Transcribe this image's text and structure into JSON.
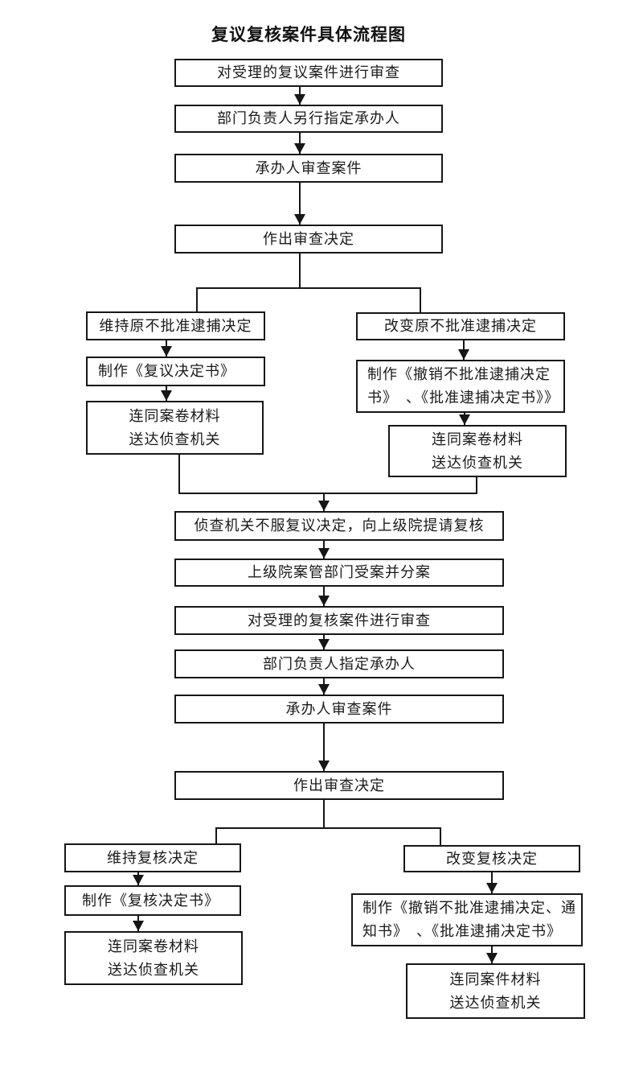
{
  "title": "复议复核案件具体流程图",
  "colors": {
    "line": "#161616",
    "box_border": "#161616",
    "background": "#ffffff",
    "text": "#1a1a1a"
  },
  "flowchart": {
    "main_top": {
      "step1": "对受理的复议案件进行审查",
      "step2": "部门负责人另行指定承办人",
      "step3": "承办人审查案件",
      "step4": "作出审查决定"
    },
    "branch1_left": {
      "step1": "维持原不批准逮捕决定",
      "step2": "制作《复议决定书》",
      "step3_lines": [
        "连同案卷材料",
        "送达侦查机关"
      ]
    },
    "branch1_right": {
      "step1": "改变原不批准逮捕决定",
      "step2_lines": [
        "制作《撤销不批准逮捕决定",
        "书》　、《批准逮捕决定书》》"
      ],
      "step3_lines": [
        "连同案卷材料",
        "送达侦查机关"
      ]
    },
    "main_middle": {
      "step1": "侦查机关不服复议决定，向上级院提请复核",
      "step2": "上级院案管部门受案并分案",
      "step3": "对受理的复核案件进行审查",
      "step4": "部门负责人指定承办人",
      "step5": "承办人审查案件",
      "step6": "作出审查决定"
    },
    "branch2_left": {
      "step1": "维持复核决定",
      "step2": "制作《复核决定书》",
      "step3_lines": [
        "连同案卷材料",
        "送达侦查机关"
      ]
    },
    "branch2_right": {
      "step1": "改变复核决定",
      "step2_lines": [
        "制作《撤销不批准逮捕决定、通",
        "知书》　、《批准逮捕决定书》"
      ],
      "step3_lines": [
        "连同案件材料",
        "送达侦查机关"
      ]
    }
  }
}
